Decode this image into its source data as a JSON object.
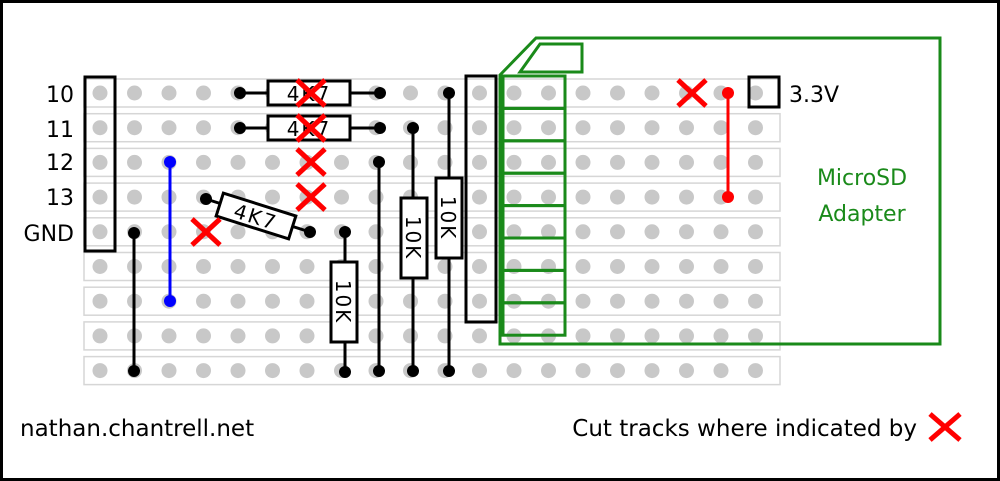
{
  "pin_labels": {
    "p10": "10",
    "p11": "11",
    "p12": "12",
    "p13": "13",
    "gnd": "GND"
  },
  "power_label": "3.3V",
  "sd_adapter": {
    "line1": "MicroSD",
    "line2": "Adapter"
  },
  "resistors": {
    "r1": "4K7",
    "r2": "4K7",
    "r3": "4K7",
    "r4": "10K",
    "r5": "10K",
    "r6": "10K"
  },
  "footer": {
    "credit": "nathan.chantrell.net",
    "note": "Cut tracks where indicated by"
  },
  "colors": {
    "frame": "#000000",
    "track": "#d4d4d4",
    "hole": "#c8c8c8",
    "wire_black": "#000000",
    "wire_blue": "#0000ff",
    "wire_red": "#ff0000",
    "cut_mark": "#ff0000",
    "sd_outline": "#1a8a1a"
  }
}
